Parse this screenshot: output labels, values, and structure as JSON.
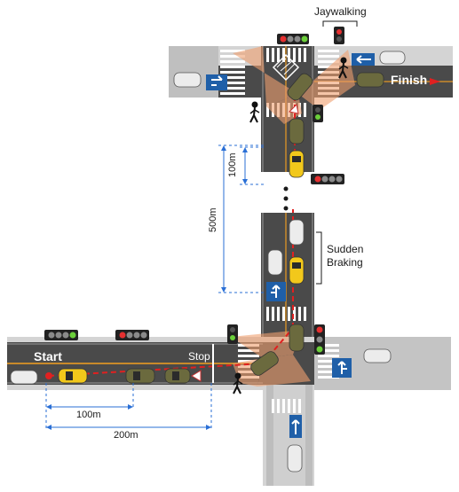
{
  "labels": {
    "jaywalking": "Jaywalking",
    "finish": "Finish",
    "start": "Start",
    "stop": "Stop",
    "sudden_braking_line1": "Sudden",
    "sudden_braking_line2": "Braking",
    "dist_100m_vertical": "100m",
    "dist_500m": "500m",
    "dist_100m_horizontal": "100m",
    "dist_200m": "200m"
  },
  "colors": {
    "road": "#4a4a4a",
    "road_edge": "#8c8c8c",
    "sidewalk": "#d4d4d4",
    "center_line": "#c98a2a",
    "path_line": "#e02020",
    "ego_car": "#f2c81b",
    "other_car": "#6b6a3e",
    "parked_car": "#ececec",
    "sign_blue": "#1f5fa8",
    "camera_cone": "#f0a070",
    "light_green": "#6bcf3a",
    "light_red": "#e53030",
    "light_off": "#8a8a8a"
  },
  "icons": [
    "pedestrian-icon",
    "traffic-light-icon",
    "direction-arrow-sign-icon",
    "camera-cone-icon",
    "car-icon"
  ]
}
